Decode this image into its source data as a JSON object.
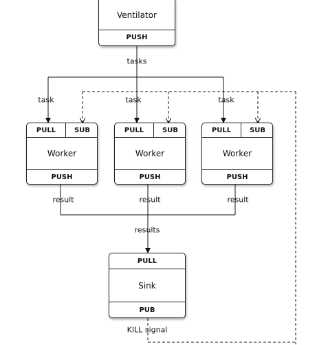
{
  "ventilator": {
    "title": "Ventilator",
    "socket": "PUSH"
  },
  "workers": [
    {
      "title": "Worker",
      "pull": "PULL",
      "sub": "SUB",
      "push": "PUSH"
    },
    {
      "title": "Worker",
      "pull": "PULL",
      "sub": "SUB",
      "push": "PUSH"
    },
    {
      "title": "Worker",
      "pull": "PULL",
      "sub": "SUB",
      "push": "PUSH"
    }
  ],
  "sink": {
    "in": "PULL",
    "title": "Sink",
    "out": "PUB"
  },
  "labels": {
    "tasks": "tasks",
    "task": [
      "task",
      "task",
      "task"
    ],
    "result": [
      "result",
      "result",
      "result"
    ],
    "results": "results",
    "kill": "KILL signal"
  }
}
